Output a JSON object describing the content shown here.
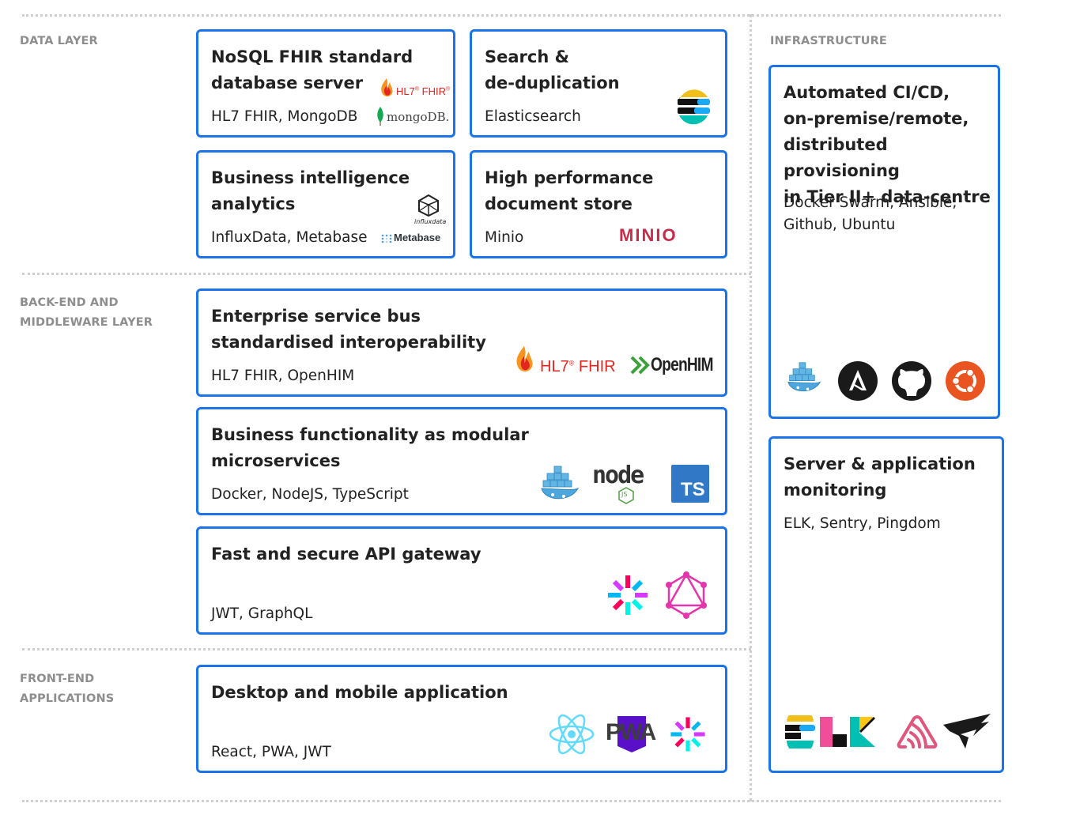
{
  "layers": {
    "data": "DATA LAYER",
    "backend": "BACK-END AND\nMIDDLEWARE LAYER",
    "frontend": "FRONT-END\nAPPLICATIONS",
    "infrastructure": "INFRASTRUCTURE"
  },
  "cards": {
    "nosql": {
      "title": "NoSQL FHIR standard\ndatabase server",
      "tech": "HL7 FHIR, MongoDB"
    },
    "search": {
      "title": "Search &\nde-duplication",
      "tech": "Elasticsearch"
    },
    "bi": {
      "title": "Business intelligence\nanalytics",
      "tech": "InfluxData, Metabase"
    },
    "docstore": {
      "title": "High performance\ndocument store",
      "tech": "Minio"
    },
    "esb": {
      "title": "Enterprise service bus\nstandardised interoperability",
      "tech": "HL7 FHIR, OpenHIM"
    },
    "micro": {
      "title": "Business functionality as modular\nmicroservices",
      "tech": "Docker, NodeJS, TypeScript"
    },
    "gateway": {
      "title": "Fast and secure API gateway",
      "tech": "JWT, GraphQL"
    },
    "frontend": {
      "title": "Desktop and mobile application",
      "tech": "React, PWA,  JWT"
    },
    "cicd": {
      "title": "Automated CI/CD,\non-premise/remote,\ndistributed provisioning\nin Tier II+ data-centre",
      "tech": "Docker Swarm, Ansible,\nGithub, Ubuntu"
    },
    "monitoring": {
      "title": "Server & application\nmonitoring",
      "tech": "ELK, Sentry, Pingdom"
    }
  },
  "logo_text": {
    "hl7": "HL7",
    "fhir": "FHIR",
    "mongo": "mongoDB.",
    "influx": "influxdata",
    "metabase": "Metabase",
    "minio": "MINIO",
    "openhim": "OpenHIM",
    "node": "node",
    "js": "JS",
    "ts": "TS",
    "pwa": "PWA"
  },
  "colors": {
    "card_border": "#1a73e8",
    "label": "#8e8e8e",
    "divider": "#cfcfcf",
    "hl7_red": "#e0261f",
    "minio_red": "#c72c48",
    "ubuntu": "#e95420",
    "typescript": "#3178c6",
    "graphql": "#e535ab"
  }
}
